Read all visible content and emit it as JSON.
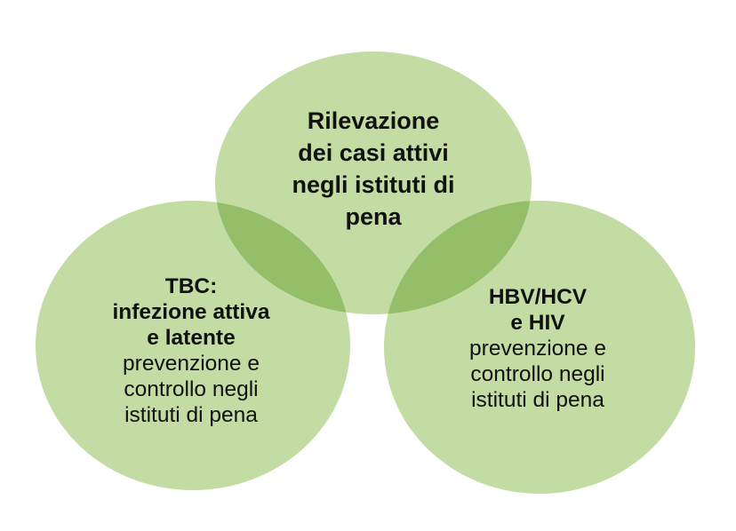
{
  "diagram": {
    "type": "venn",
    "fill_color": "#c2dca3",
    "circles": [
      {
        "id": "top",
        "bold_lines": [
          "Rilevazione",
          "dei casi attivi",
          "negli istituti di",
          "pena"
        ],
        "normal_lines": []
      },
      {
        "id": "left",
        "bold_lines": [
          "TBC:",
          "infezione attiva",
          "e latente"
        ],
        "normal_lines": [
          "prevenzione e",
          "controllo negli",
          "istituti di pena"
        ]
      },
      {
        "id": "right",
        "bold_lines": [
          "HBV/HCV",
          "e HIV"
        ],
        "normal_lines": [
          "prevenzione e",
          "controllo negli",
          "istituti di pena"
        ]
      }
    ]
  }
}
